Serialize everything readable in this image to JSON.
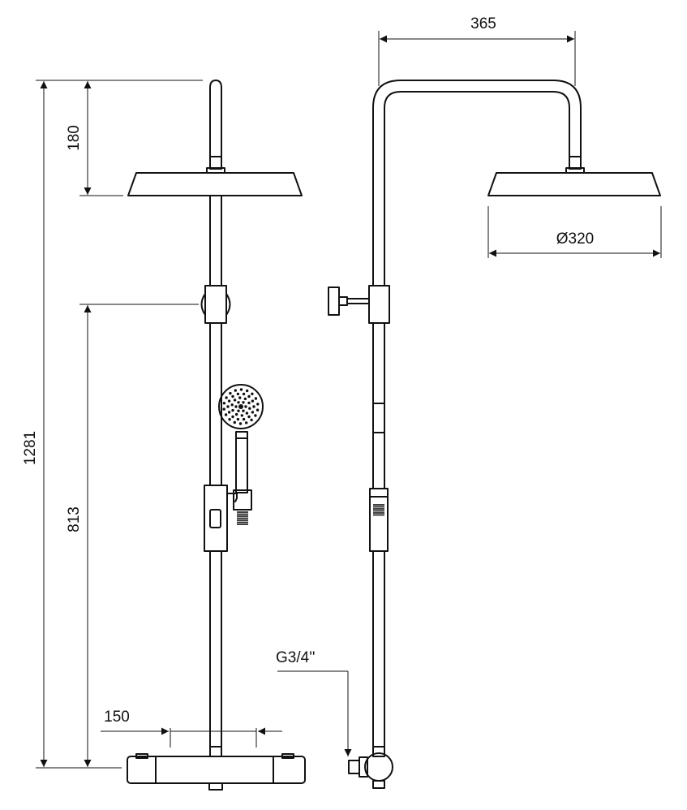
{
  "dimensions": {
    "total_height": "1281",
    "head_to_arm": "180",
    "bar_height": "813",
    "bar_spacing": "150",
    "arm_reach": "365",
    "head_diameter": "Ø320",
    "connection": "G3/4''"
  }
}
